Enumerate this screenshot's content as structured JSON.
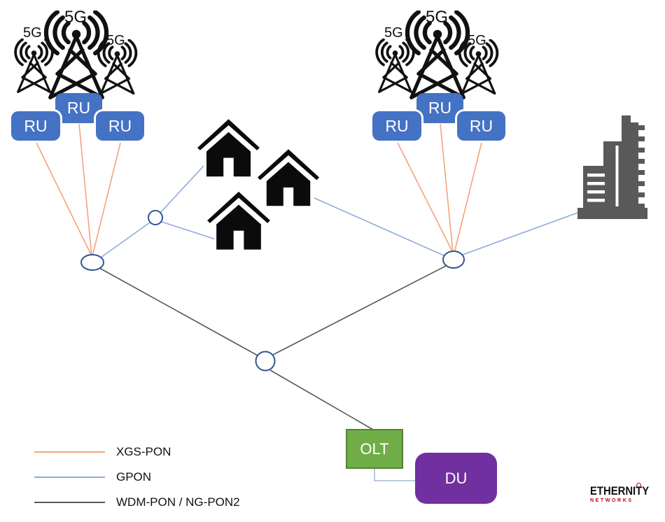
{
  "colors": {
    "xgs_pon": "#F2A47C",
    "gpon": "#8FAADC",
    "wdm_pon": "#595959",
    "connector": "#A9B8D6",
    "ru": "#4472C4",
    "olt": "#70AD47",
    "olt_border": "#548235",
    "du": "#7030A0",
    "node_stroke": "#2F5597",
    "building": "#595959",
    "house": "#0B0B0B",
    "logo_red": "#C00000"
  },
  "clusters": {
    "left": {
      "towers": [
        "5G",
        "5G",
        "5G"
      ],
      "radio_units": [
        "RU",
        "RU",
        "RU"
      ]
    },
    "right": {
      "towers": [
        "5G",
        "5G",
        "5G"
      ],
      "radio_units": [
        "RU",
        "RU",
        "RU"
      ]
    }
  },
  "devices": {
    "olt_label": "OLT",
    "du_label": "DU"
  },
  "legend": {
    "items": [
      {
        "label": "XGS-PON",
        "color_key": "xgs_pon"
      },
      {
        "label": "GPON",
        "color_key": "gpon"
      },
      {
        "label": "WDM-PON / NG-PON2",
        "color_key": "wdm_pon"
      }
    ]
  },
  "logo": {
    "name": "ETHERNITY",
    "subtitle": "NETWORKS"
  },
  "icons": {
    "tower": "cell-tower-5g-icon",
    "house": "house-icon",
    "building": "office-building-icon",
    "node": "optical-splitter-node"
  }
}
